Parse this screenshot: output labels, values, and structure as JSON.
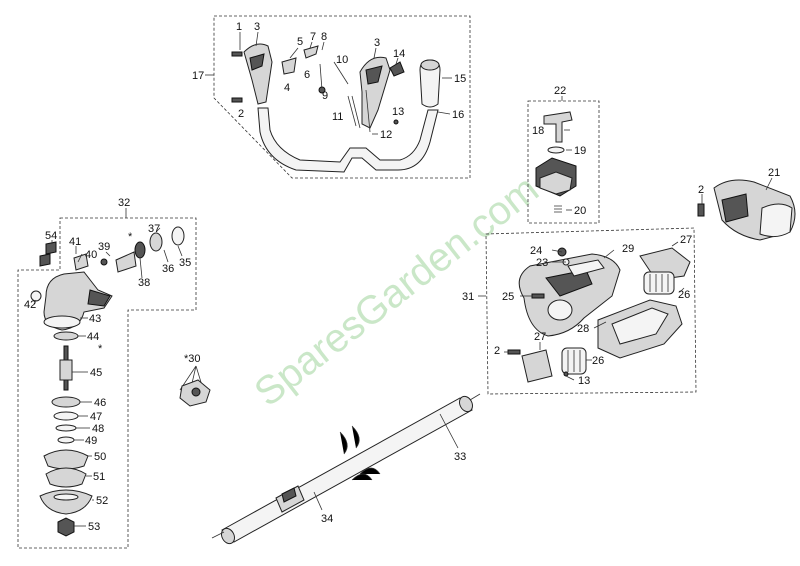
{
  "watermark": "SparesGarden.com",
  "labels": {
    "l1": "1",
    "l3a": "3",
    "l5": "5",
    "l7": "7",
    "l8": "8",
    "l6": "6",
    "l10": "10",
    "l4": "4",
    "l9": "9",
    "l3b": "3",
    "l14": "14",
    "l15": "15",
    "l17": "17",
    "l2a": "2",
    "l11": "11",
    "l12": "12",
    "l13a": "13",
    "l16": "16",
    "l22": "22",
    "l18": "18",
    "l19": "19",
    "l20": "20",
    "l2b": "2",
    "l21": "21",
    "l32": "32",
    "l54": "54",
    "l41": "41",
    "l39": "39",
    "l40": "40",
    "l37": "37",
    "l38": "38",
    "l36": "36",
    "l35": "35",
    "l42": "42",
    "l43": "43",
    "l44": "44",
    "l45": "45",
    "l46": "46",
    "l47": "47",
    "l48": "48",
    "l49": "49",
    "l50": "50",
    "l51": "51",
    "l52": "52",
    "l53": "53",
    "l30": "*30",
    "star1": "*",
    "star2": "*",
    "l24": "24",
    "l23": "23",
    "l29": "29",
    "l27a": "27",
    "l25": "25",
    "l26a": "26",
    "l31": "31",
    "l28": "28",
    "l2c": "2",
    "l27b": "27",
    "l26b": "26",
    "l13b": "13",
    "l33": "33",
    "l34": "34"
  }
}
